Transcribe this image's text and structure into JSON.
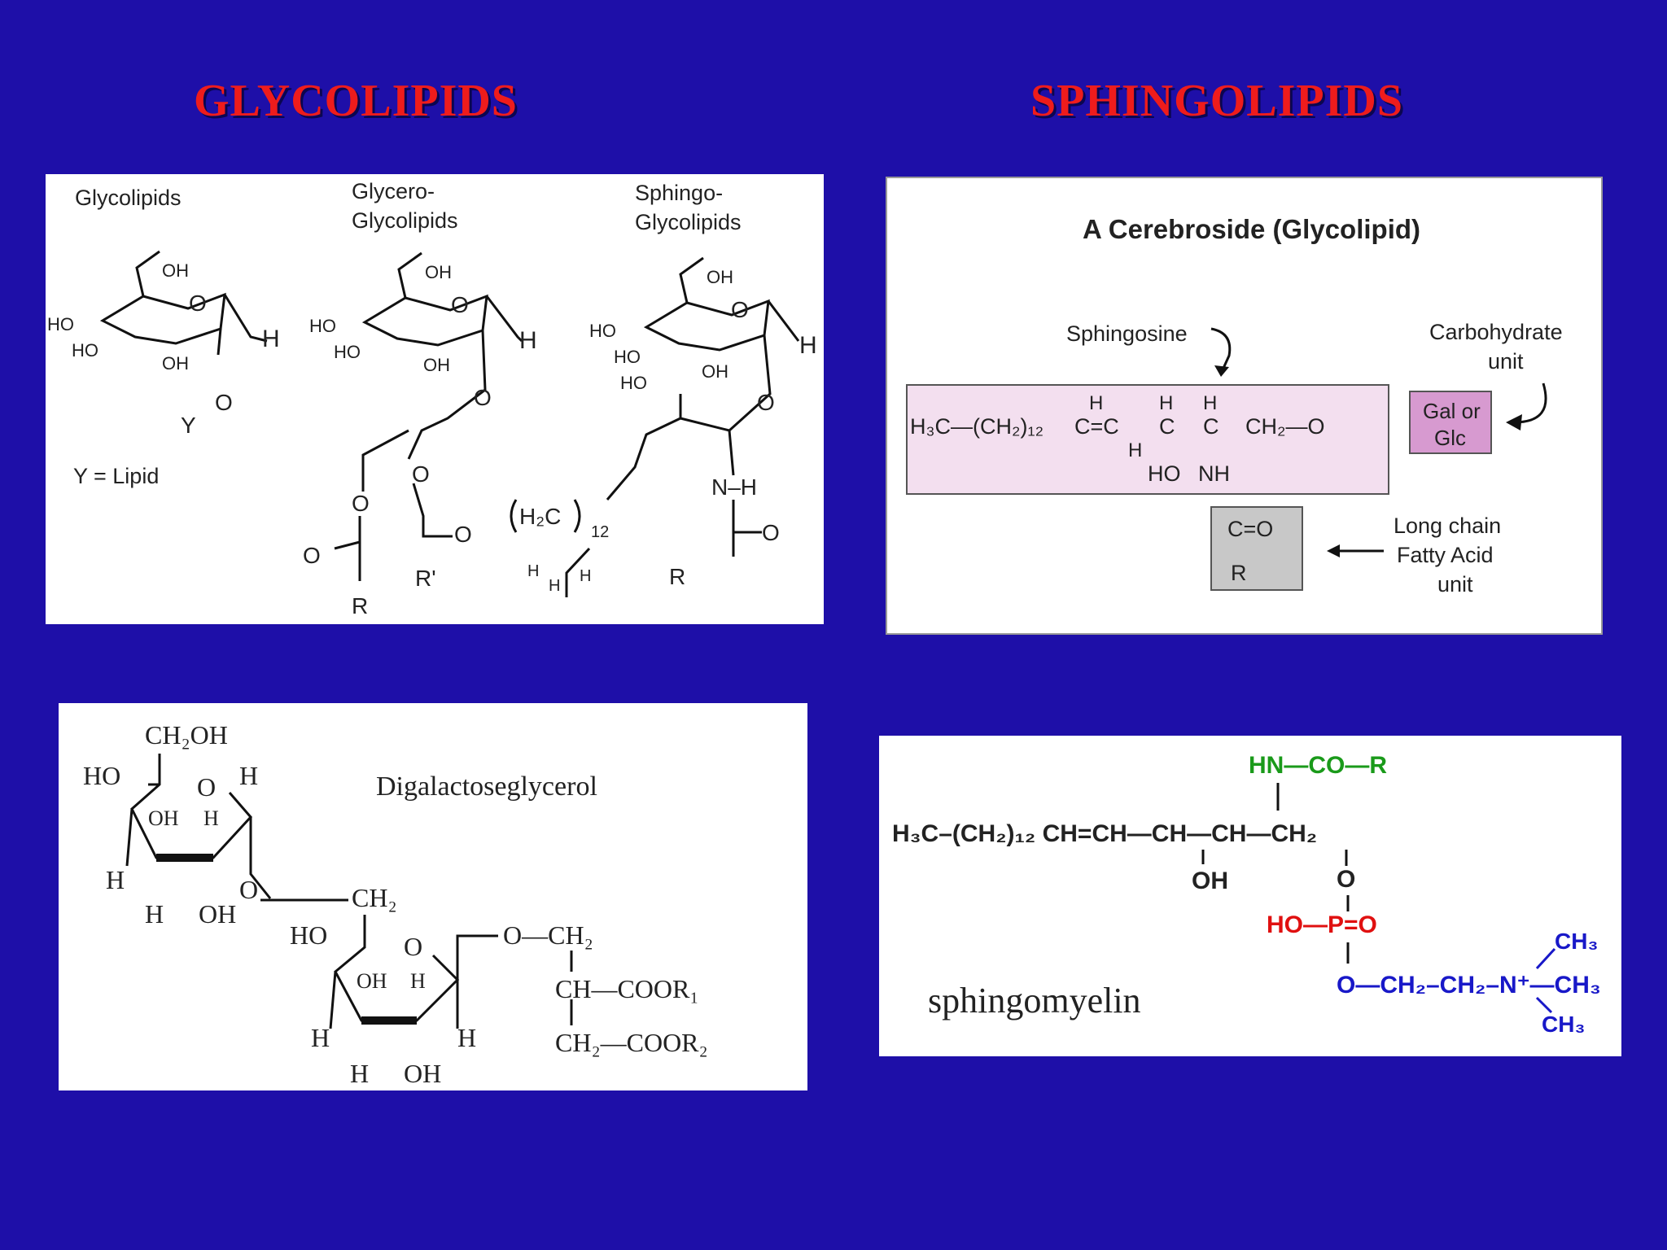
{
  "headings": {
    "left": "GLYCOLIPIDS",
    "right": "SPHINGOLIPIDS"
  },
  "panel_glycolipids": {
    "col1_title": "Glycolipids",
    "col2_title_line1": "Glycero-",
    "col2_title_line2": "Glycolipids",
    "col3_title_line1": "Sphingo-",
    "col3_title_line2": "Glycolipids",
    "y_def": "Y = Lipid",
    "atom_OH": "OH",
    "atom_HO": "HO",
    "atom_O": "O",
    "atom_H": "H",
    "atom_Y": "Y",
    "atom_R": "R",
    "atom_Rp": "R'",
    "atom_NH": "N–H",
    "atom_H2C": "H₂C",
    "sub_12": "12"
  },
  "panel_cerebroside": {
    "title": "A Cerebroside (Glycolipid)",
    "sphingosine_label": "Sphingosine",
    "carb_label_line1": "Carbohydrate",
    "carb_label_line2": "unit",
    "chain": "H₃C—(CH₂)₁₂",
    "gal_line1": "Gal or",
    "gal_line2": "Glc",
    "fatty_line1": "Long chain",
    "fatty_line2": "Fatty Acid",
    "fatty_line3": "unit",
    "atom_HO": "HO",
    "atom_NH": "NH",
    "atom_CH2O": "CH₂—O",
    "atom_CO": "C=O",
    "atom_R": "R",
    "atom_H": "H",
    "atom_C": "C"
  },
  "panel_digalactose": {
    "label": "Digalactoseglycerol",
    "CH2OH": "CH₂OH",
    "HO": "HO",
    "O": "O",
    "H": "H",
    "OH": "OH",
    "CH2": "CH₂",
    "OCH2": "O—CH₂",
    "CH_COOR1": "CH—COOR₁",
    "CH2_COOR2": "CH₂—COOR₂"
  },
  "panel_sphingomyelin": {
    "label": "sphingomyelin",
    "main_chain": "H₃C–(CH₂)₁₂ CH=CH—CH—CH—CH₂",
    "amide": "HN—CO—R",
    "OH": "OH",
    "O": "O",
    "phosphate": "HO—P=O",
    "choline": "O—CH₂–CH₂–N⁺—CH₃",
    "CH3": "CH₃",
    "colors": {
      "amide": "#1a9a1a",
      "phosphate": "#e01010",
      "choline": "#1818c8"
    }
  }
}
